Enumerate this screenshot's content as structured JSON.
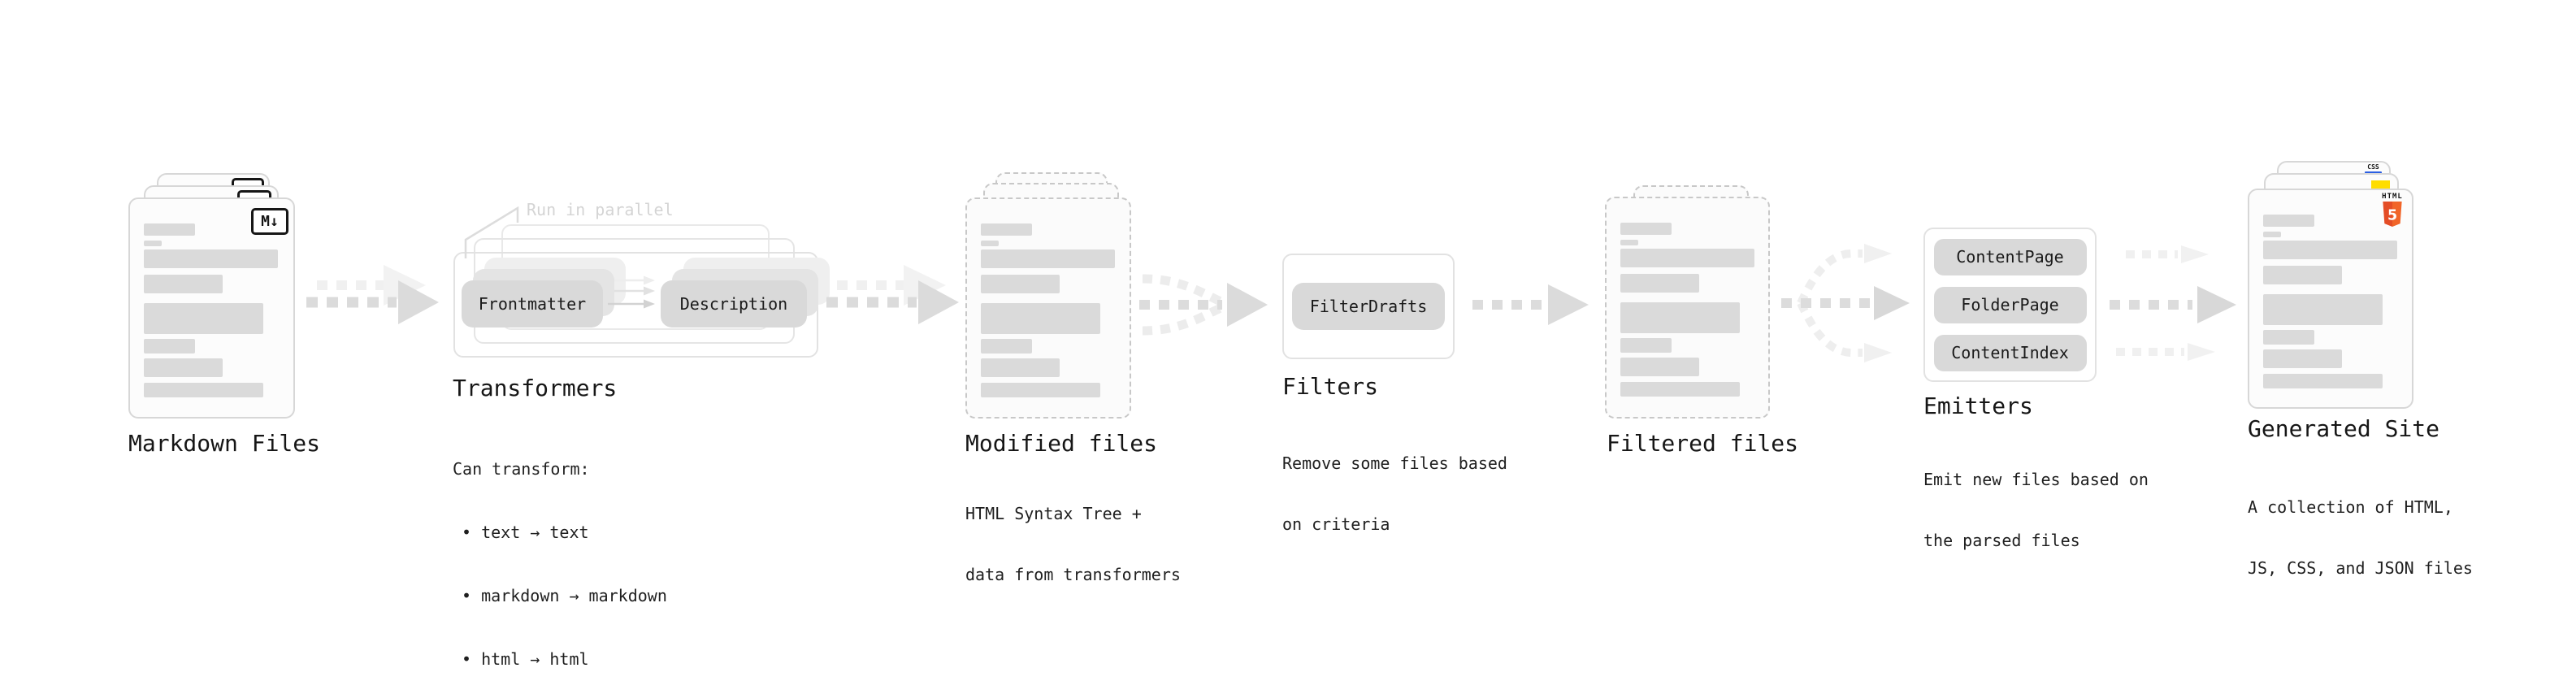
{
  "colors": {
    "ink": "#1a1a1a",
    "annotation_gray": "#d4d4d4",
    "pill_gray": "#d9d9d9",
    "arrow_gray": "#dbdbdb",
    "html5_orange": "#e44d26",
    "html5_orange_light": "#f16529",
    "css_blue": "#2b5fe3",
    "js_yellow": "#ffdd00"
  },
  "icons": {
    "markdown": "M↓",
    "html_label": "HTML",
    "html_number": "5",
    "css_label": "CSS"
  },
  "stages": {
    "markdown": {
      "label": "Markdown Files"
    },
    "transformers": {
      "label": "Transformers",
      "annotation": "Run in parallel",
      "pills": [
        "Frontmatter",
        "Description"
      ],
      "desc_title": "Can transform:",
      "bullets": [
        "• text → text",
        "• markdown → markdown",
        "• html → html"
      ]
    },
    "modified": {
      "label": "Modified files",
      "desc_lines": [
        "HTML Syntax Tree +",
        "data from transformers"
      ]
    },
    "filters": {
      "label": "Filters",
      "pills": [
        "FilterDrafts"
      ],
      "desc_lines": [
        "Remove some files based",
        "on criteria"
      ]
    },
    "filtered": {
      "label": "Filtered files"
    },
    "emitters": {
      "label": "Emitters",
      "pills": [
        "ContentPage",
        "FolderPage",
        "ContentIndex"
      ],
      "desc_lines": [
        "Emit new files based on",
        "the parsed files"
      ]
    },
    "generated": {
      "label": "Generated Site",
      "desc_lines": [
        "A collection of HTML,",
        "JS, CSS, and JSON files"
      ]
    }
  }
}
